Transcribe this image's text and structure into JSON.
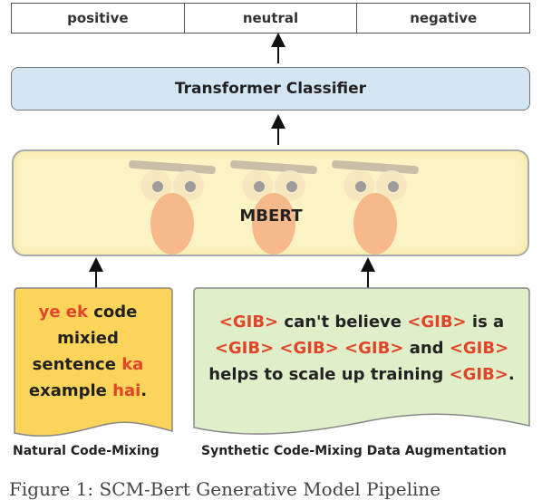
{
  "labels": [
    "positive",
    "neutral",
    "negative"
  ],
  "classifier": "Transformer Classifier",
  "encoder": "MBERT",
  "left_card": {
    "lines": [
      [
        {
          "t": "ye ek",
          "h": true
        },
        {
          "t": " code",
          "h": false
        }
      ],
      [
        {
          "t": "mixied",
          "h": false
        }
      ],
      [
        {
          "t": "sentence ",
          "h": false
        },
        {
          "t": "ka",
          "h": true
        }
      ],
      [
        {
          "t": "example ",
          "h": false
        },
        {
          "t": "hai",
          "h": true
        },
        {
          "t": ".",
          "h": false
        }
      ]
    ],
    "caption": "Natural Code-Mixing"
  },
  "right_card": {
    "lines": [
      [
        {
          "t": "<GIB>",
          "h": true
        },
        {
          "t": " can't believe ",
          "h": false
        },
        {
          "t": "<GIB>",
          "h": true
        },
        {
          "t": " is a",
          "h": false
        }
      ],
      [
        {
          "t": "<GIB> <GIB> <GIB>",
          "h": true
        },
        {
          "t": " and ",
          "h": false
        },
        {
          "t": "<GIB>",
          "h": true
        }
      ],
      [
        {
          "t": "helps to scale up training ",
          "h": false
        },
        {
          "t": "<GIB>",
          "h": true
        },
        {
          "t": ".",
          "h": false
        }
      ]
    ],
    "caption": "Synthetic Code-Mixing Data Augmentation"
  },
  "figure_caption": "Figure 1: SCM-Bert Generative Model Pipeline",
  "colors": {
    "highlight": "#e0452a",
    "classifier_fill": "#d5e6f3",
    "mbert_fill": "#fbf3c3",
    "left_card_fill": "#fdd45a",
    "right_card_fill": "#dfefc9"
  }
}
